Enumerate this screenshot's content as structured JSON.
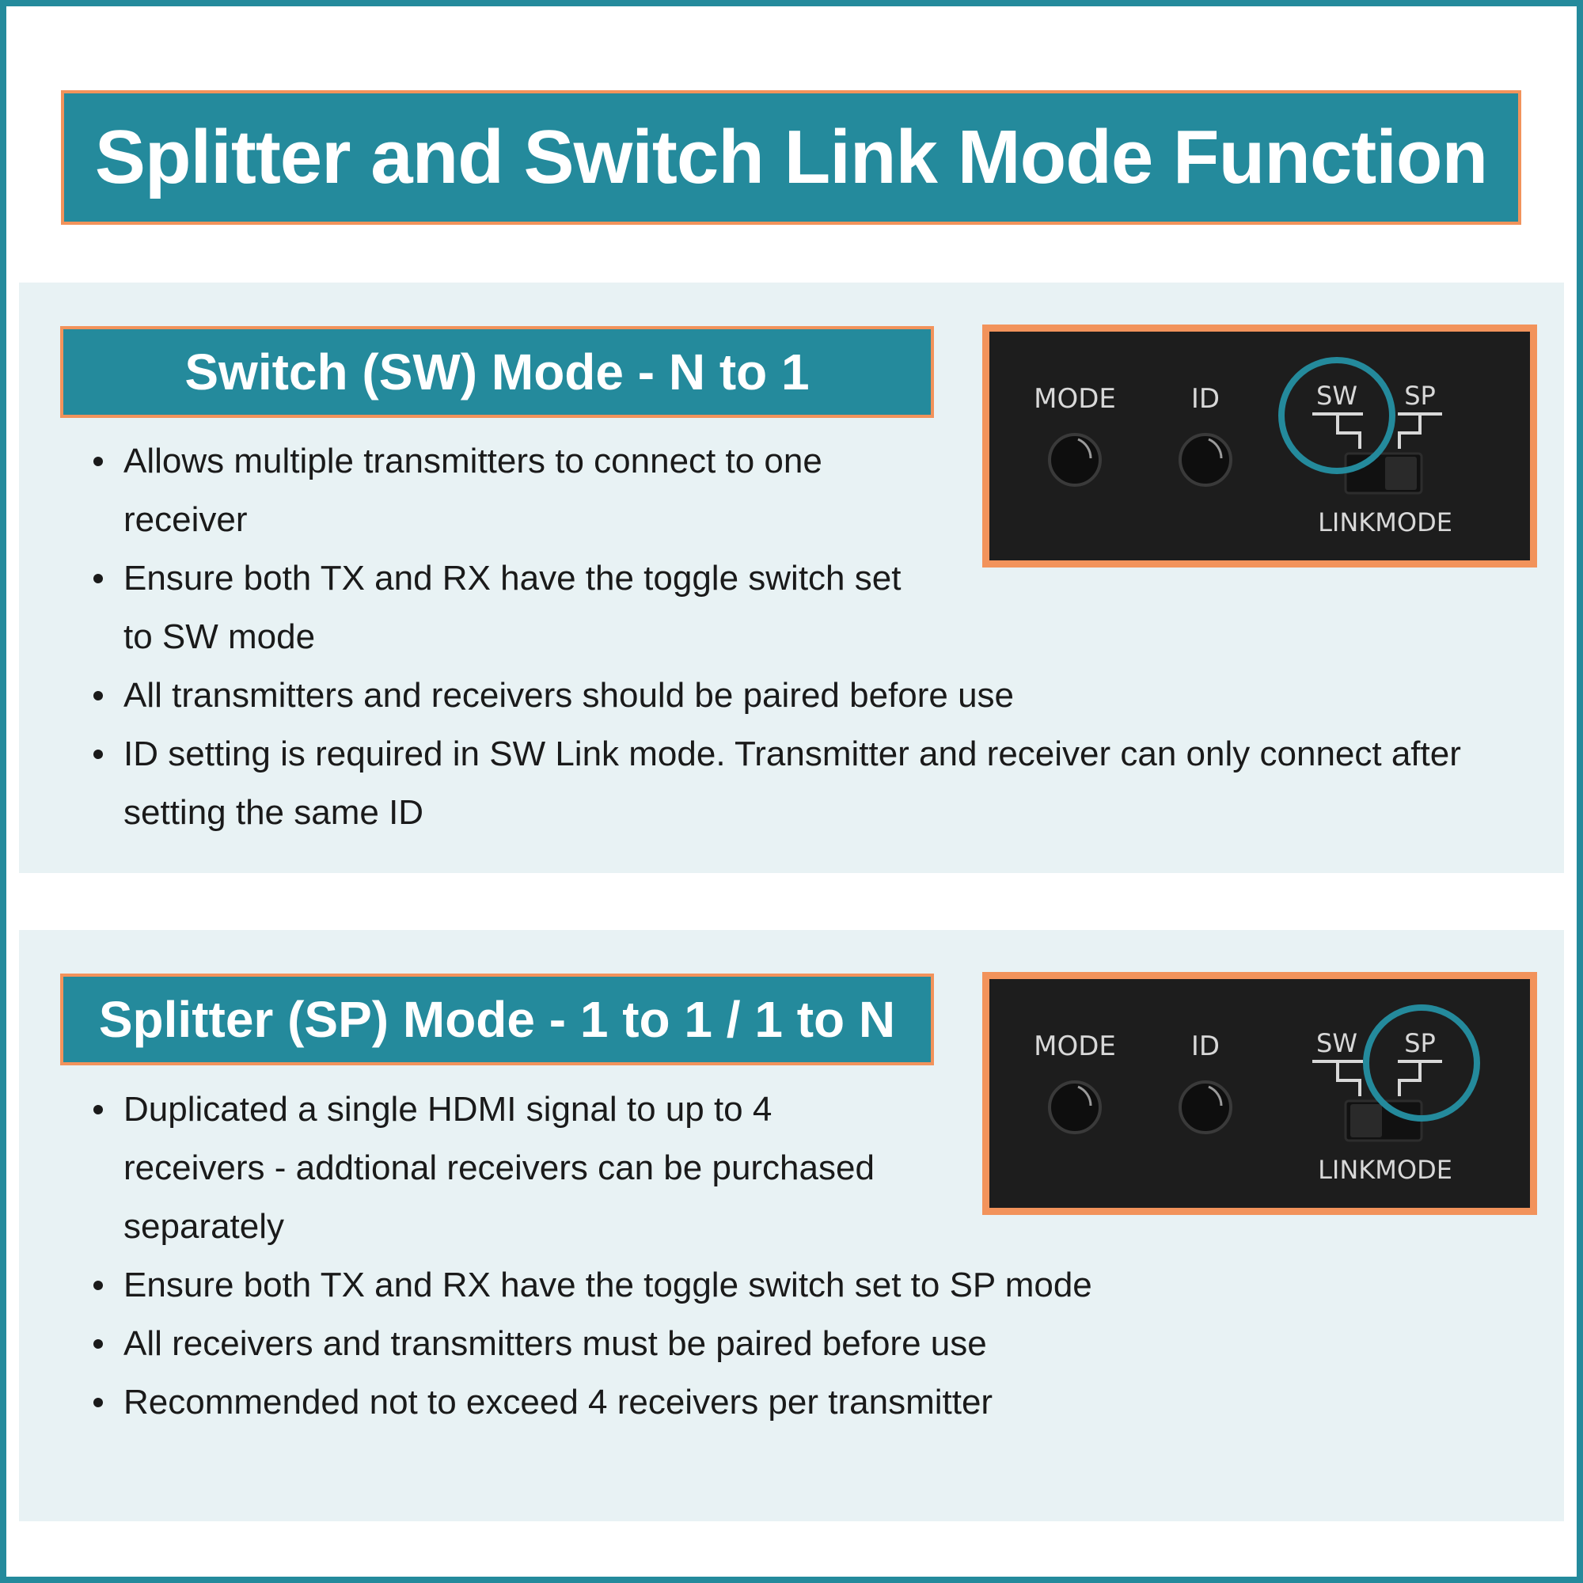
{
  "title": "Splitter and Switch Link Mode Function",
  "sections": [
    {
      "heading": "Switch (SW) Mode - N to 1",
      "bullets": [
        "Allows multiple transmitters to connect to one receiver",
        "Ensure both TX and RX have the toggle switch set to SW mode",
        "All transmitters and receivers should be paired before use",
        "ID setting is required in SW Link mode. Transmitter and receiver can only connect after setting the same ID"
      ],
      "device": {
        "mode_label": "MODE",
        "id_label": "ID",
        "sw_label": "SW",
        "sp_label": "SP",
        "linkmode_label": "LINKMODE",
        "highlighted": "SW"
      }
    },
    {
      "heading": "Splitter (SP) Mode - 1 to 1 / 1 to N",
      "bullets": [
        "Duplicated a single HDMI signal to up to 4 receivers - addtional receivers can be purchased separately",
        "Ensure both TX and RX have the toggle switch set to SP mode",
        "All receivers and transmitters must be paired before use",
        "Recommended not to exceed 4 receivers per transmitter"
      ],
      "device": {
        "mode_label": "MODE",
        "id_label": "ID",
        "sw_label": "SW",
        "sp_label": "SP",
        "linkmode_label": "LINKMODE",
        "highlighted": "SP"
      }
    }
  ],
  "colors": {
    "teal": "#248a9c",
    "orange": "#f2935b",
    "panel_bg": "#e8f2f4",
    "device_bg": "#1d1d1d"
  }
}
